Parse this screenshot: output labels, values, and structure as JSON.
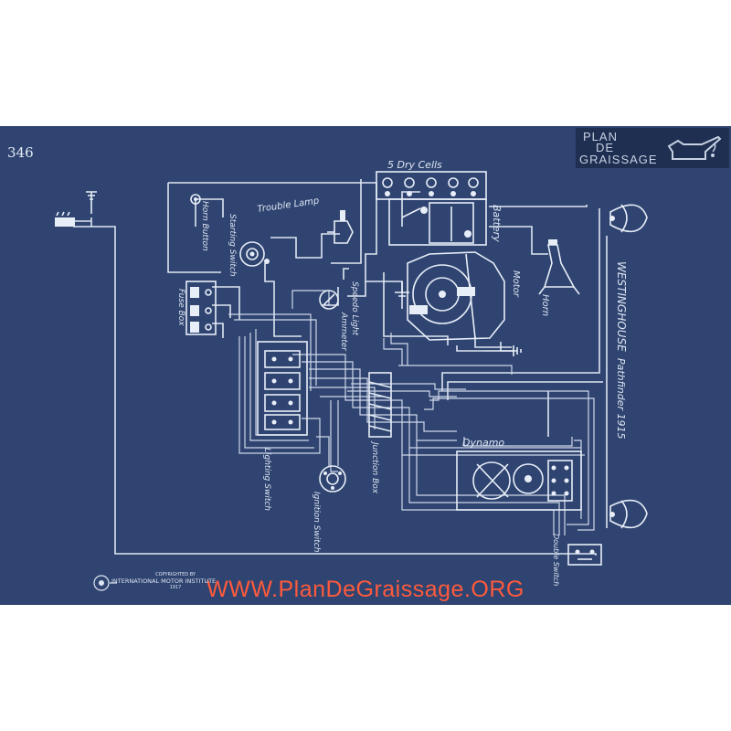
{
  "page_number": "346",
  "logo": {
    "line1": "PLAN",
    "line2": "DE",
    "line3": "GRAISSAGE",
    "icon": "oil-can-icon"
  },
  "labels": {
    "dry_cells": "5 Dry Cells",
    "battery": "Battery",
    "trouble_lamp": "Trouble Lamp",
    "starting_switch": "Starting Switch",
    "horn_button": "Horn Button",
    "fuse_box": "Fuse Box",
    "ammeter": "Ammeter",
    "speedo_light": "Speedo Light",
    "motor": "Motor",
    "horn": "Horn",
    "make": "WESTINGHOUSE",
    "model_year": "Pathfinder 1915",
    "dynamo": "Dynamo",
    "junction_box": "Junction Box",
    "lighting_switch": "Lighting Switch",
    "ignition_switch": "Ignition Switch",
    "double_switch": "Double Switch"
  },
  "seal": {
    "line1": "COPYRIGHTED BY",
    "line2": "INTERNATIONAL MOTOR INSTITUTE",
    "line3": "1917"
  },
  "watermark": "WWW.PlanDeGraissage.ORG",
  "colors": {
    "blueprint": "#2f4470",
    "ink": "#dfe6f3",
    "watermark": "#ff5a3c"
  }
}
